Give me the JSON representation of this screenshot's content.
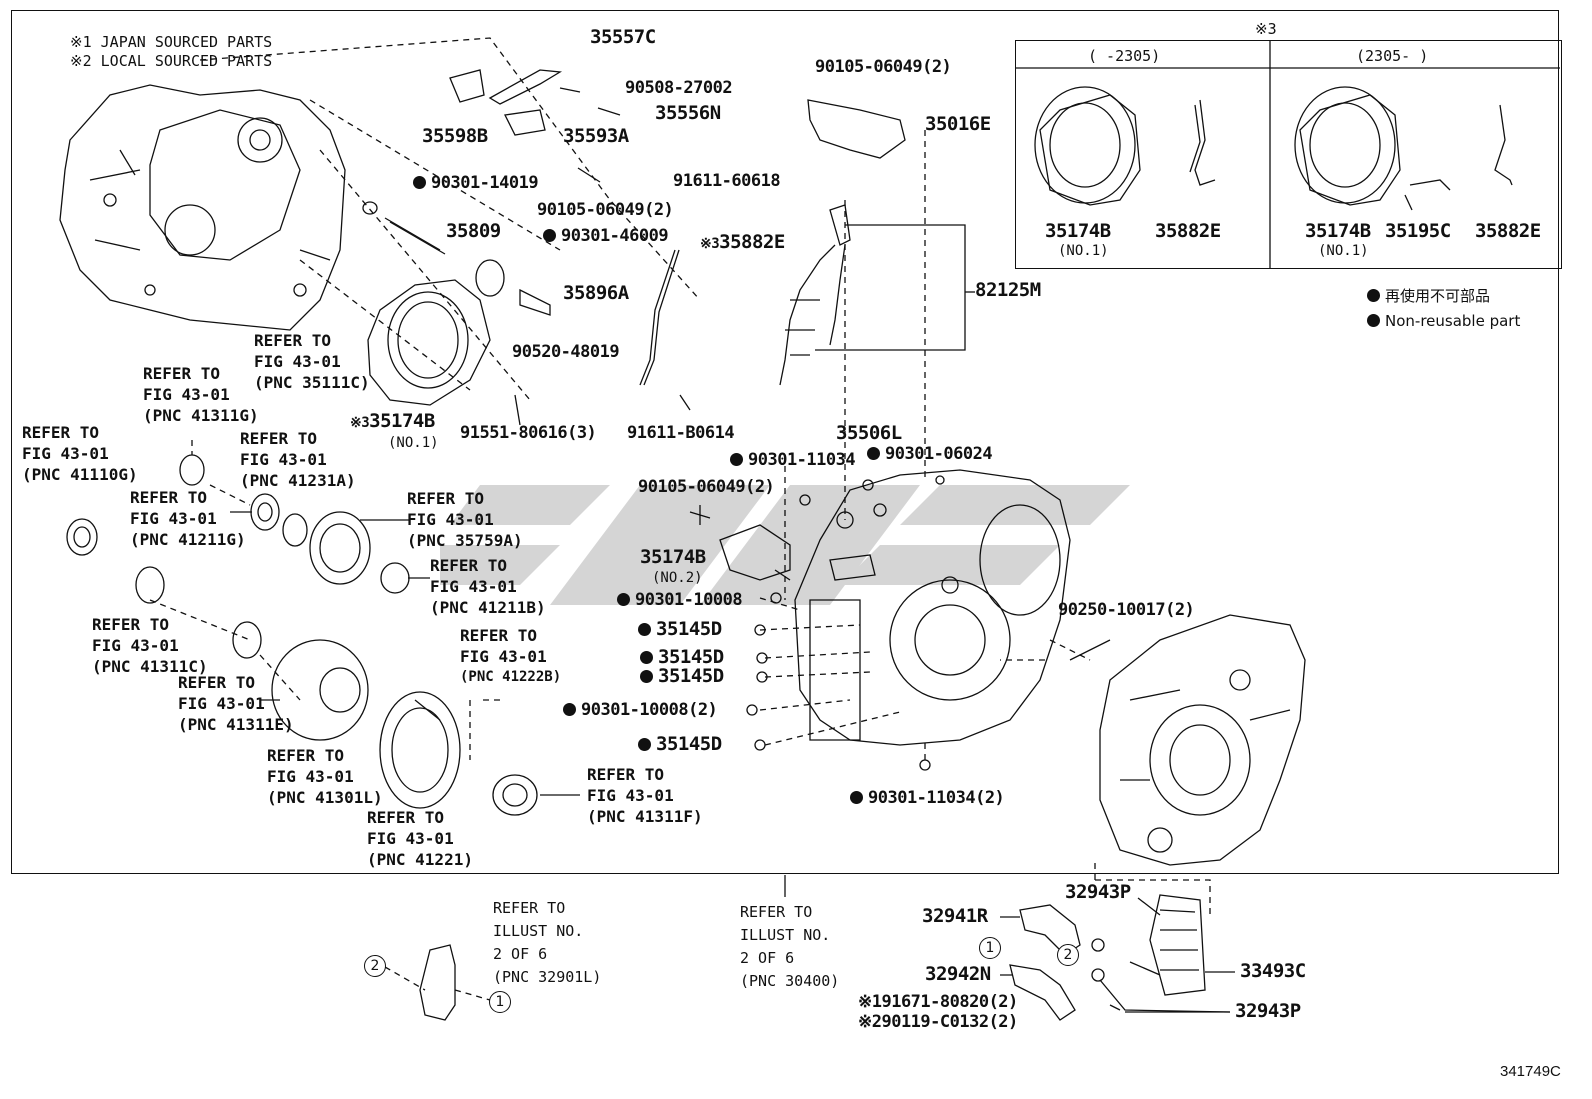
{
  "legend_notes": {
    "japan": "※1  JAPAN SOURCED PARTS",
    "local": "※2  LOCAL SOURCED PARTS"
  },
  "inset": {
    "marker": "※3",
    "left_range": "(     -2305)",
    "right_range": "(2305-     )",
    "left_parts": [
      {
        "pno": "35174B",
        "sub": "(NO.1)"
      },
      {
        "pno": "35882E"
      }
    ],
    "right_parts": [
      {
        "pno": "35174B",
        "sub": "(NO.1)"
      },
      {
        "pno": "35195C"
      },
      {
        "pno": "35882E"
      }
    ]
  },
  "non_reusable": {
    "jp": "再使用不可部品",
    "en": "Non-reusable part"
  },
  "part_numbers": {
    "p35557C": "35557C",
    "p90508": "90508-27002",
    "p35556N": "35556N",
    "p35598B": "35598B",
    "p35593A": "35593A",
    "p90105_top": "90105-06049(2)",
    "p35016E": "35016E",
    "p90301_14019": "90301-14019",
    "p90105_mid": "90105-06049(2)",
    "p91611_60618": "91611-60618",
    "p35809": "35809",
    "p90301_46009": "90301-46009",
    "p35882E": "35882E",
    "p35882E_mark": "※3",
    "p82125M": "82125M",
    "p35896A": "35896A",
    "p90520": "90520-48019",
    "p35174B": "35174B",
    "p35174B_mark": "※3",
    "p35174B_sub": "(NO.1)",
    "p91551": "91551-80616(3)",
    "p91611_B0614": "91611-B0614",
    "p35506L": "35506L",
    "p90301_11034": "90301-11034",
    "p90301_06024": "90301-06024",
    "p90105_low": "90105-06049(2)",
    "p35174B_no2": "35174B",
    "p35174B_no2_sub": "(NO.2)",
    "p90301_10008": "90301-10008",
    "p35145D_1": "35145D",
    "p35145D_2": "35145D",
    "p35145D_3": "35145D",
    "p90301_10008_2": "90301-10008(2)",
    "p35145D_4": "35145D",
    "p90250": "90250-10017(2)",
    "p90301_11034_2": "90301-11034(2)",
    "p32943P_top": "32943P",
    "p32941R": "32941R",
    "p32942N": "32942N",
    "p33493C": "33493C",
    "p32943P_bot": "32943P",
    "p91671": "※191671-80820(2)",
    "p90119": "※290119-C0132(2)"
  },
  "refs": {
    "r35111C": [
      "REFER TO",
      "FIG 43-01",
      "(PNC 35111C)"
    ],
    "r41311G": [
      "REFER TO",
      "FIG 43-01",
      "(PNC 41311G)"
    ],
    "r41110G": [
      "REFER TO",
      "FIG 43-01",
      "(PNC 41110G)"
    ],
    "r41231A": [
      "REFER TO",
      "FIG 43-01",
      "(PNC 41231A)"
    ],
    "r41211G": [
      "REFER TO",
      "FIG 43-01",
      "(PNC 41211G)"
    ],
    "r35759A": [
      "REFER TO",
      "FIG 43-01",
      "(PNC 35759A)"
    ],
    "r41211B": [
      "REFER TO",
      "FIG 43-01",
      "(PNC 41211B)"
    ],
    "r41311C": [
      "REFER TO",
      "FIG 43-01",
      "(PNC 41311C)"
    ],
    "r41222B": [
      "REFER TO",
      "FIG 43-01",
      "(PNC 41222B)"
    ],
    "r41311E": [
      "REFER TO",
      "FIG 43-01",
      "(PNC 41311E)"
    ],
    "r41301L": [
      "REFER TO",
      "FIG 43-01",
      "(PNC 41301L)"
    ],
    "r41311F": [
      "REFER TO",
      "FIG 43-01",
      "(PNC 41311F)"
    ],
    "r41221": [
      "REFER TO",
      "FIG 43-01",
      "(PNC 41221)"
    ],
    "r32901L": [
      "REFER TO",
      "ILLUST NO.",
      "2 OF 6",
      "(PNC 32901L)"
    ],
    "r30400": [
      "REFER TO",
      "ILLUST NO.",
      "2 OF 6",
      "(PNC 30400)"
    ]
  },
  "circles": {
    "one": "1",
    "two": "2"
  },
  "figure_id": "341749C"
}
